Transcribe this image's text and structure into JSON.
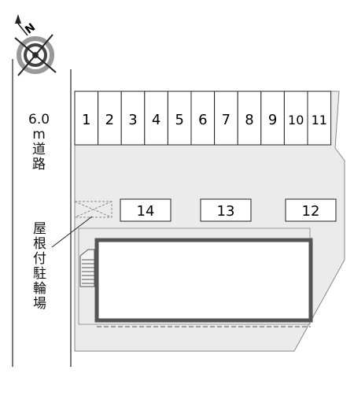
{
  "map": {
    "compass_letter": "N",
    "road": {
      "width_text": "6.0",
      "lines": [
        "m",
        "道",
        "路"
      ]
    },
    "parking": {
      "row_top": [
        "1",
        "2",
        "3",
        "4",
        "5",
        "6",
        "7",
        "8",
        "9",
        "10",
        "11"
      ],
      "row_mid": [
        "14",
        "13",
        "12"
      ]
    },
    "bike_parking": [
      "屋",
      "根",
      "付",
      "駐",
      "輪",
      "場"
    ],
    "colors": {
      "lot": "#ebebeb",
      "building_outline": "#555555",
      "line": "#222222"
    }
  }
}
